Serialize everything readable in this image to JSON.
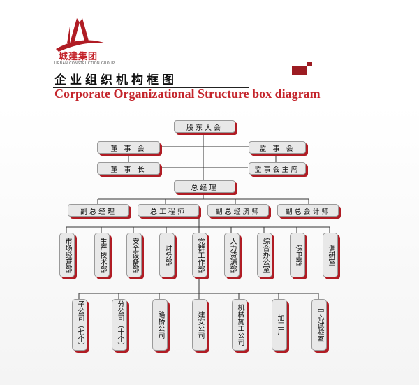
{
  "logo": {
    "name": "城建集团",
    "subtitle": "URBAN CONSTRUCTION GROUP"
  },
  "title_cn": "企业组织机构框图",
  "title_en": "Corporate Organizational Structure box diagram",
  "colors": {
    "accent": "#b01c24",
    "box_fill": "#e8e8e8",
    "line": "#333333"
  },
  "nodes": {
    "shareholders": "股东大会",
    "board": "董 事 会",
    "supervisors": "监 事 会",
    "chairman": "董 事 长",
    "chief_supervisor": "监事会主席",
    "gm": "总经理",
    "deputy_gm": "副总经理",
    "chief_engineer": "总工程师",
    "chief_economist": "副总经济师",
    "chief_accountant": "副总会计师"
  },
  "departments": [
    "市场经营部",
    "生产技术部",
    "安全设备部",
    "财务部",
    "党群工作部",
    "人力资源部",
    "综合办公室",
    "保卫部",
    "调研室"
  ],
  "companies": [
    "子公司（七个）",
    "分公司（十个）",
    "路桥公司",
    "建安公司",
    "机械施工公司",
    "加工厂",
    "中心试验室"
  ]
}
